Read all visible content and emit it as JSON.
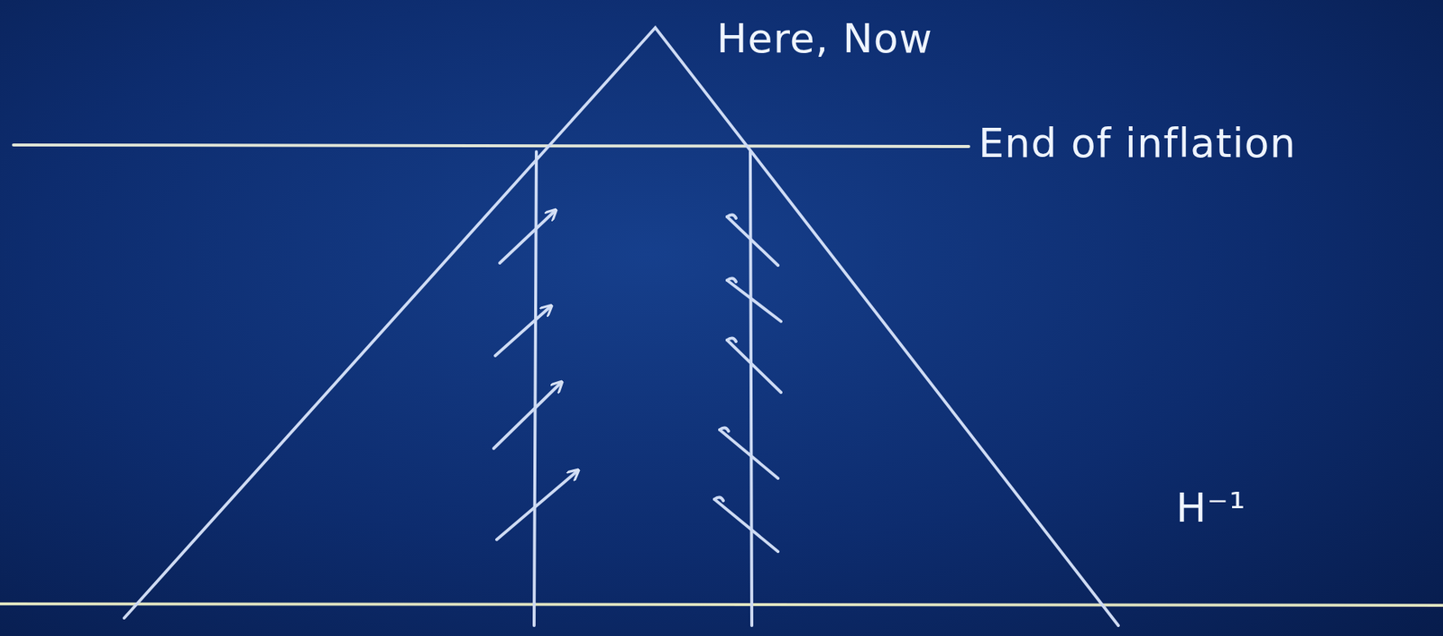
{
  "diagram": {
    "labels": [
      "Here, Now",
      "End of inflation",
      "H⁻¹"
    ]
  }
}
